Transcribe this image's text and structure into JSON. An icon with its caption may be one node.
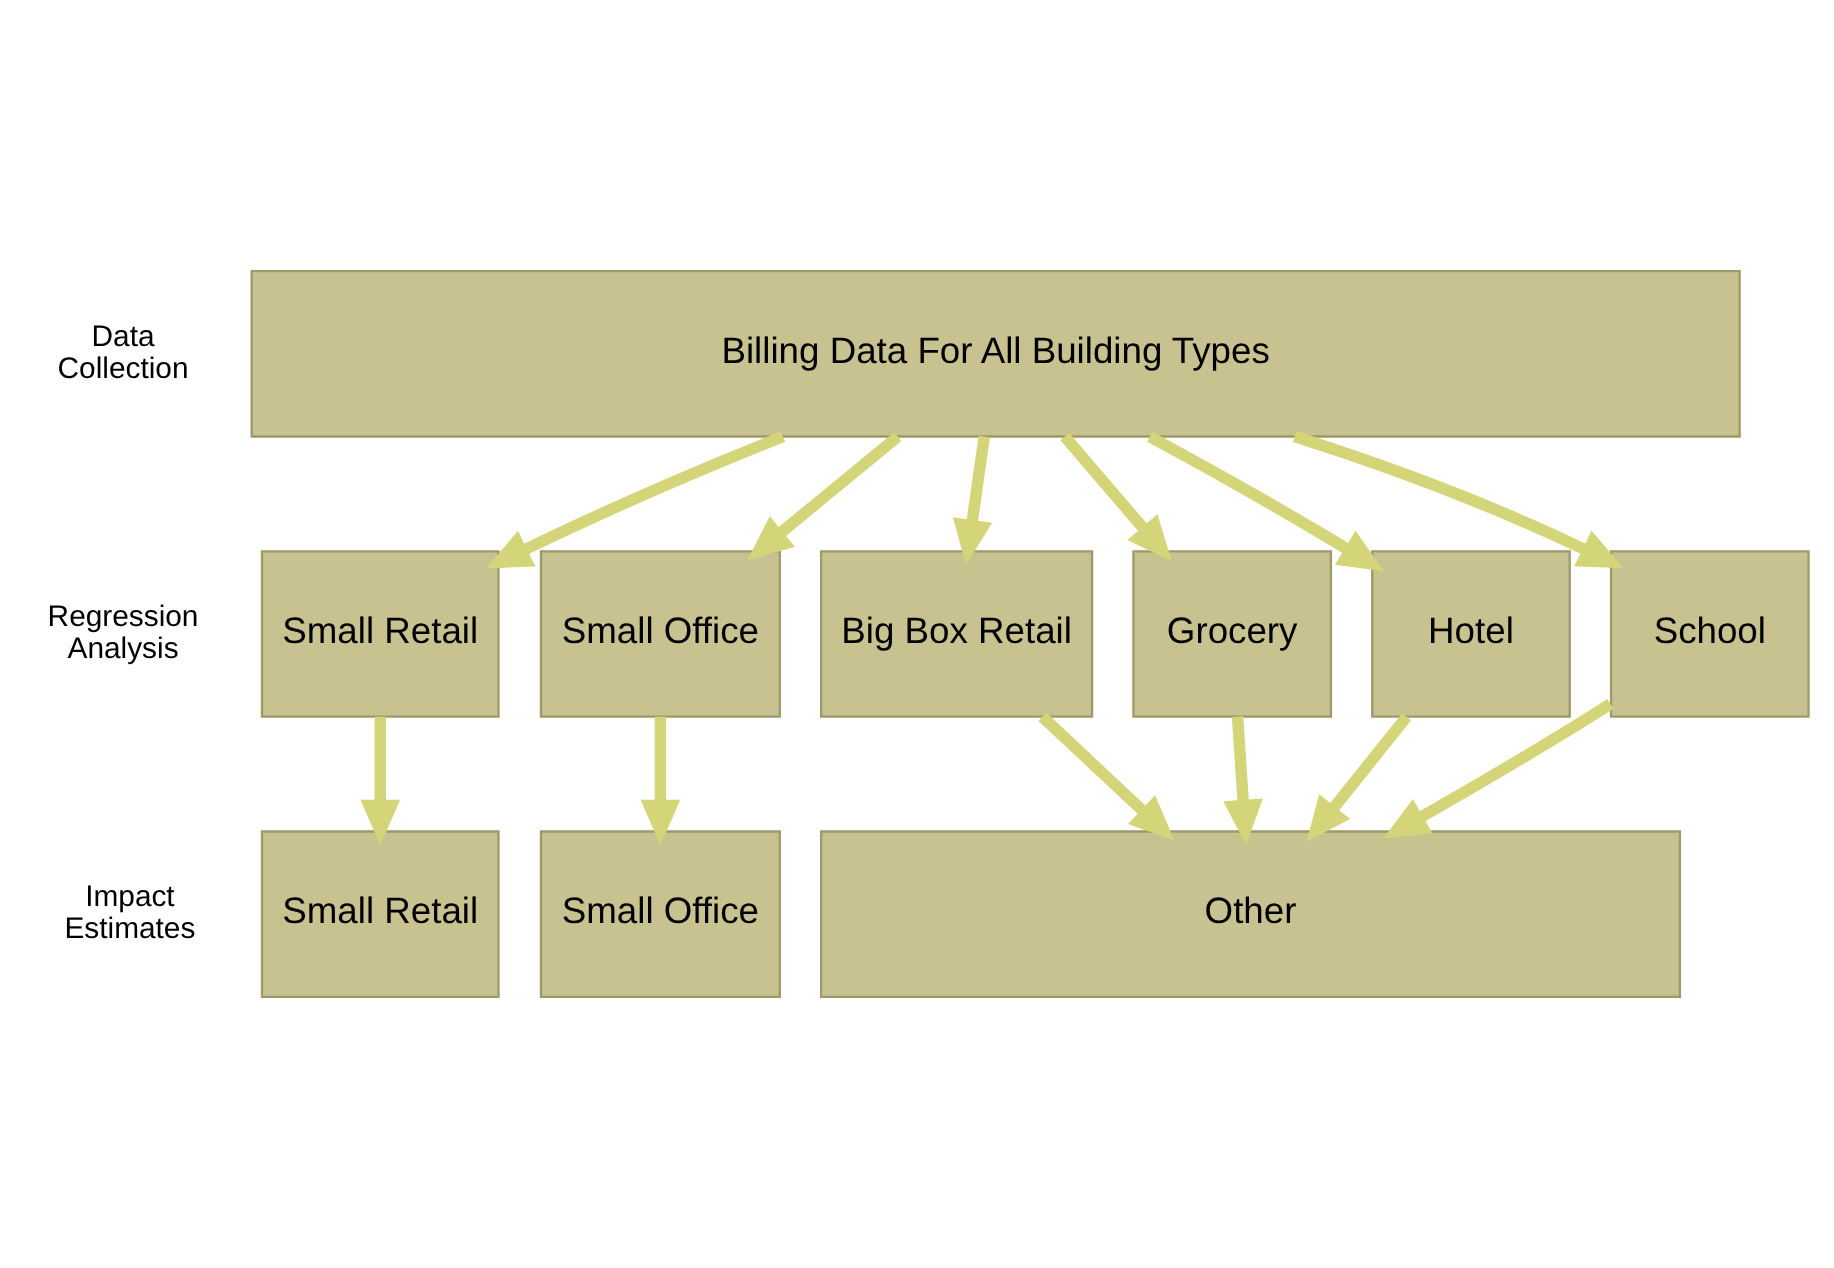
{
  "diagram": {
    "nodes": [
      {
        "text": [
          "Billing Data For All Building Types"
        ]
      },
      {
        "text": [
          "Small Retail"
        ]
      },
      {
        "text": [
          "Small Office"
        ]
      },
      {
        "text": [
          "Big Box Retail"
        ]
      },
      {
        "text": [
          "Grocery"
        ]
      },
      {
        "text": [
          "Hotel"
        ]
      },
      {
        "text": [
          "School"
        ]
      },
      {
        "text": [
          "Small Retail"
        ]
      },
      {
        "text": [
          "Small Office"
        ]
      },
      {
        "text": [
          "Other"
        ]
      }
    ],
    "edges": [
      {
        "from": 0,
        "to": 1,
        "arrow": "to"
      },
      {
        "from": 0,
        "to": 2,
        "arrow": "to"
      },
      {
        "from": 0,
        "to": 3,
        "arrow": "to"
      },
      {
        "from": 0,
        "to": 4,
        "arrow": "to"
      },
      {
        "from": 0,
        "to": 5,
        "arrow": "to"
      },
      {
        "from": 0,
        "to": 6,
        "arrow": "to"
      },
      {
        "from": 1,
        "to": 7,
        "arrow": "to"
      },
      {
        "from": 2,
        "to": 8,
        "arrow": "to"
      },
      {
        "from": 3,
        "to": 9,
        "arrow": "to"
      },
      {
        "from": 4,
        "to": 9,
        "arrow": "to"
      },
      {
        "from": 5,
        "to": 9,
        "arrow": "to"
      },
      {
        "from": 6,
        "to": 9,
        "arrow": "to"
      }
    ],
    "labels": [
      "Data Collection",
      "Regression Analysis",
      "Impact Estimates"
    ]
  }
}
